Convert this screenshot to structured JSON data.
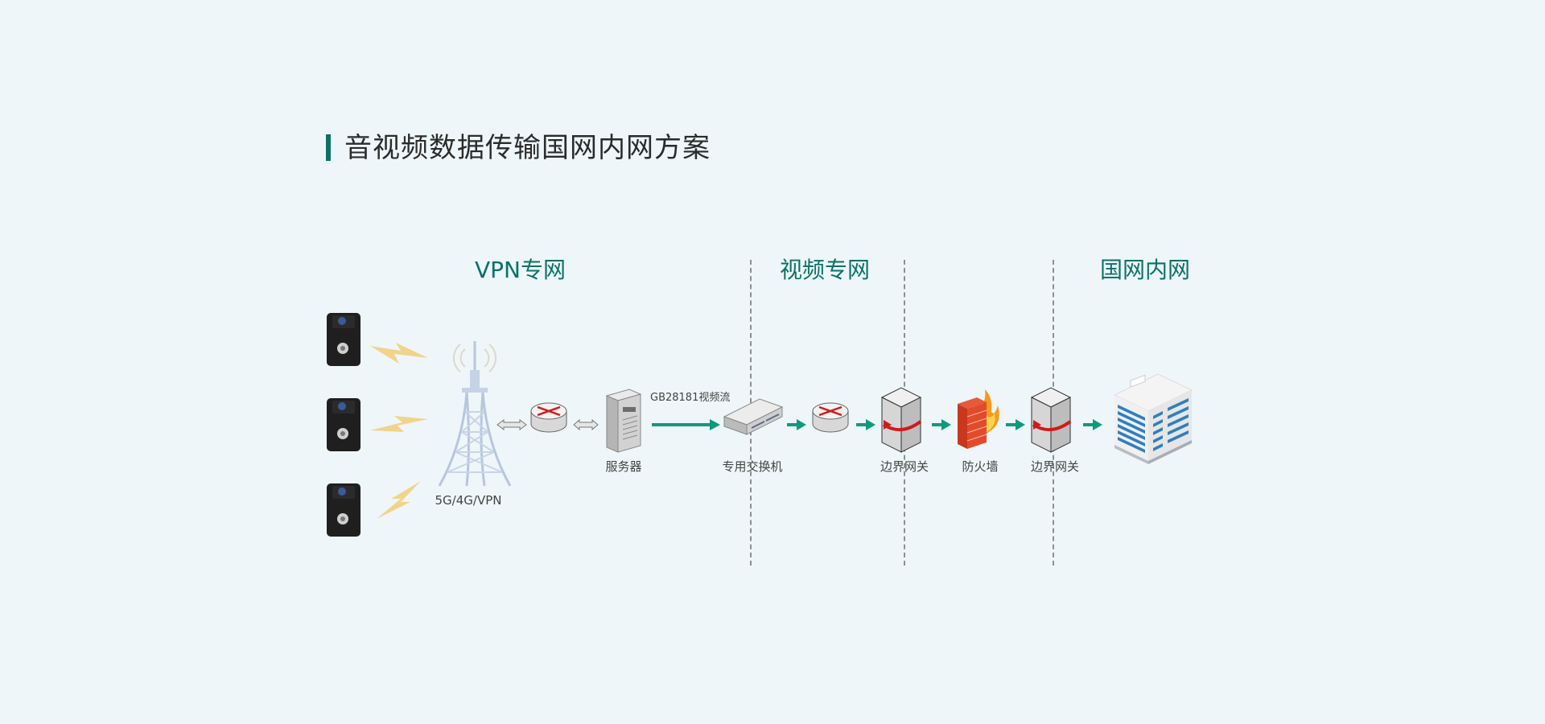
{
  "title": "音视频数据传输国网内网方案",
  "zones": [
    {
      "label": "VPN专网"
    },
    {
      "label": "视频专网"
    },
    {
      "label": "国网内网"
    }
  ],
  "nodes": {
    "tower_label": "5G/4G/VPN",
    "server_label": "服务器",
    "stream_label": "GB28181视频流",
    "switch_label": "专用交换机",
    "gateway1_label": "边界网关",
    "firewall_label": "防火墙",
    "gateway2_label": "边界网关"
  },
  "colors": {
    "accent": "#0b7268",
    "arrow": "#0f9a7f",
    "lightning": "#f1d48a",
    "background": "#eef6f9"
  },
  "icons": [
    "body-camera-icon",
    "lightning-icon",
    "cell-tower-icon",
    "router-icon",
    "server-icon",
    "switch-icon",
    "gateway-icon",
    "firewall-icon",
    "building-icon"
  ]
}
